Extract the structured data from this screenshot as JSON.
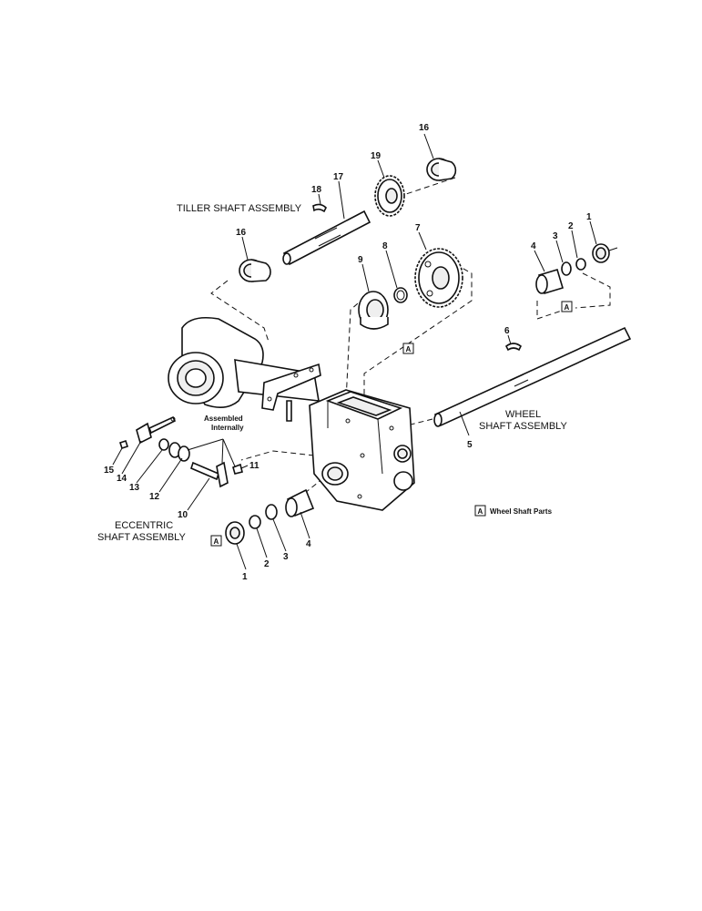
{
  "assemblies": {
    "tiller": "TILLER SHAFT ASSEMBLY",
    "wheel_line1": "WHEEL",
    "wheel_line2": "SHAFT ASSEMBLY",
    "eccentric_line1": "ECCENTRIC",
    "eccentric_line2": "SHAFT ASSEMBLY",
    "assembled_line1": "Assembled",
    "assembled_line2": "Internally"
  },
  "legend": {
    "marker": "A",
    "text": "Wheel Shaft Parts"
  },
  "markers": {
    "a": "A"
  },
  "part_numbers": {
    "p1": "1",
    "p2": "2",
    "p3": "3",
    "p4": "4",
    "p5": "5",
    "p6": "6",
    "p7": "7",
    "p8": "8",
    "p9": "9",
    "p10": "10",
    "p11": "11",
    "p12": "12",
    "p13": "13",
    "p14": "14",
    "p15": "15",
    "p16": "16",
    "p17": "17",
    "p18": "18",
    "p19": "19"
  }
}
